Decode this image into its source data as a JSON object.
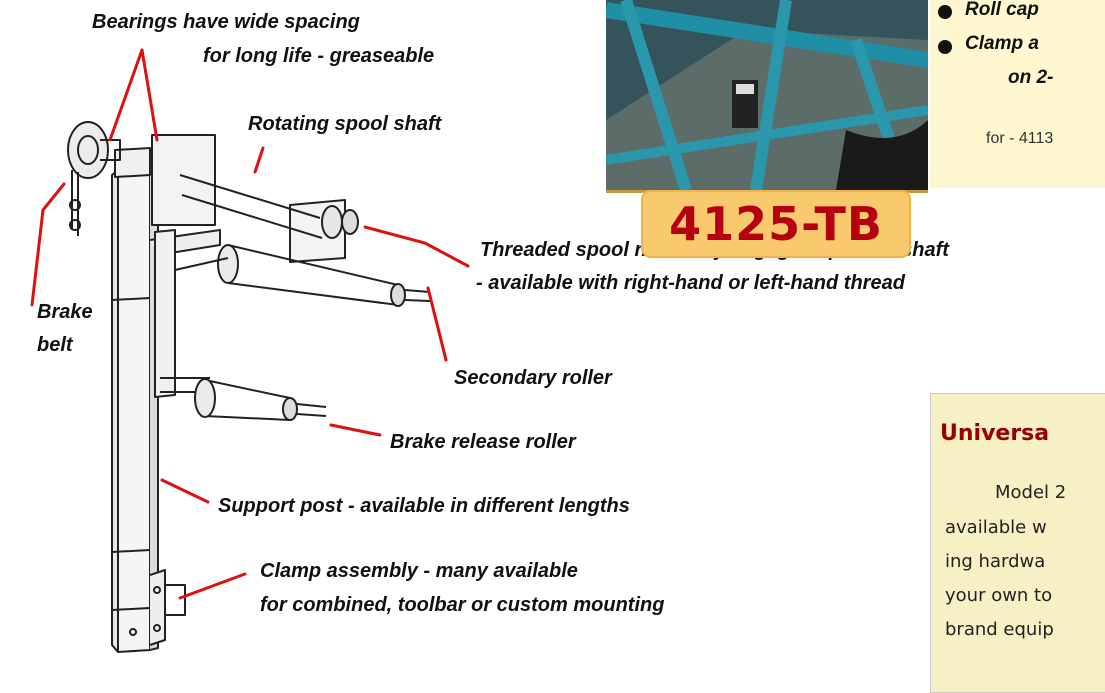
{
  "labels": {
    "bearings_line1": "Bearings have wide spacing",
    "bearings_line2": "for long life  - greaseable",
    "rotating_spool": "Rotating spool shaft",
    "threaded_line1": "Threaded spool nut firmly engages spool to shaft",
    "threaded_line2": " - available with right-hand or left-hand thread",
    "brake_belt_line1": "Brake",
    "brake_belt_line2": "belt",
    "secondary_roller": "Secondary roller",
    "brake_release_roller": "Brake release roller",
    "support_post": "Support post - available in different lengths",
    "clamp_line1": "Clamp assembly - many available",
    "clamp_line2": "for combined, toolbar or custom mounting"
  },
  "photo_badge": "4125-TB",
  "features": {
    "item1": "Roll cap",
    "item2_line1": "Clamp a",
    "item2_line2": "on 2-",
    "note": "for - 4113"
  },
  "universal": {
    "title": "Universa",
    "lines": [
      "Model 2",
      "available w",
      "ing hardwa",
      "your own to",
      "brand equip"
    ]
  }
}
